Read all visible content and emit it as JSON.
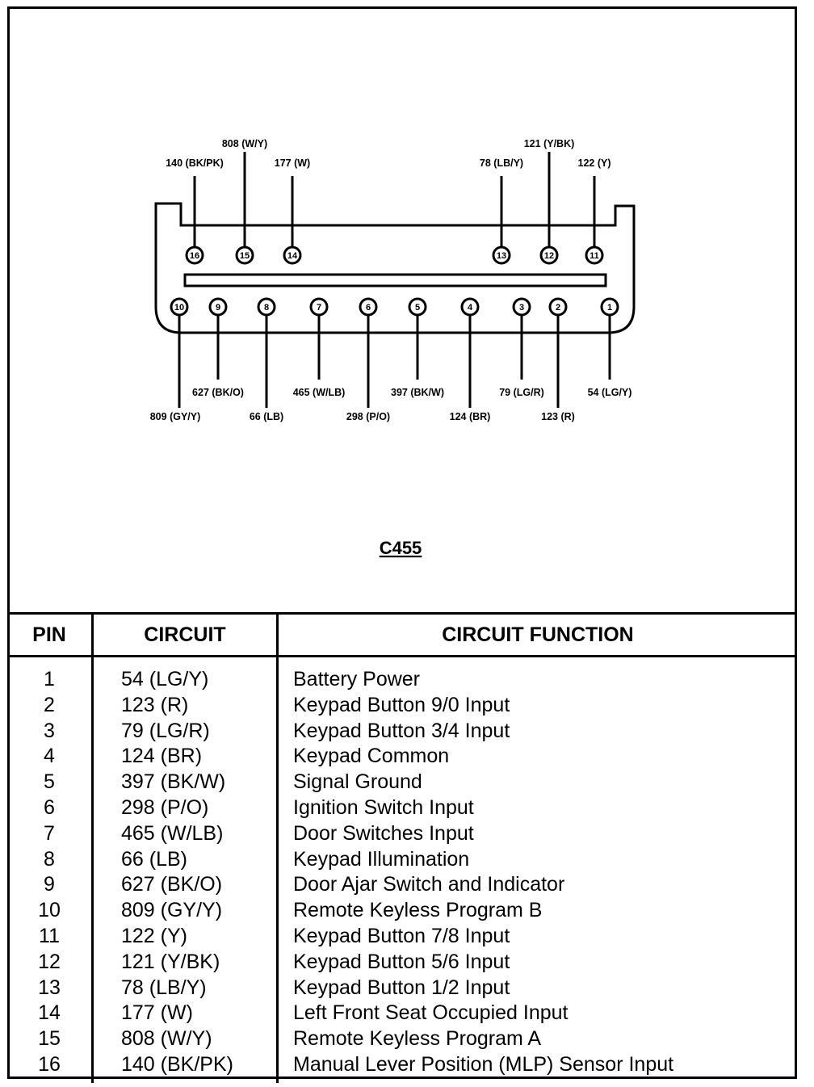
{
  "connector": {
    "title": "C455",
    "top_row_pins": [
      {
        "pin": "16",
        "label": "140 (BK/PK)",
        "label_level": "low"
      },
      {
        "pin": "15",
        "label": "808 (W/Y)",
        "label_level": "high"
      },
      {
        "pin": "14",
        "label": "177 (W)",
        "label_level": "low"
      },
      {
        "pin": "13",
        "label": "78 (LB/Y)",
        "label_level": "low"
      },
      {
        "pin": "12",
        "label": "121 (Y/BK)",
        "label_level": "high"
      },
      {
        "pin": "11",
        "label": "122 (Y)",
        "label_level": "low"
      }
    ],
    "bottom_row_pins": [
      {
        "pin": "10",
        "label": "809 (GY/Y)",
        "label_level": "low"
      },
      {
        "pin": "9",
        "label": "627 (BK/O)",
        "label_level": "high"
      },
      {
        "pin": "8",
        "label": "66 (LB)",
        "label_level": "low"
      },
      {
        "pin": "7",
        "label": "465 (W/LB)",
        "label_level": "high"
      },
      {
        "pin": "6",
        "label": "298 (P/O)",
        "label_level": "low"
      },
      {
        "pin": "5",
        "label": "397 (BK/W)",
        "label_level": "high"
      },
      {
        "pin": "4",
        "label": "124 (BR)",
        "label_level": "low"
      },
      {
        "pin": "3",
        "label": "79 (LG/R)",
        "label_level": "high"
      },
      {
        "pin": "2",
        "label": "123 (R)",
        "label_level": "low"
      },
      {
        "pin": "1",
        "label": "54 (LG/Y)",
        "label_level": "high"
      }
    ]
  },
  "table": {
    "headers": {
      "pin": "PIN",
      "circuit": "CIRCUIT",
      "function": "CIRCUIT FUNCTION"
    },
    "rows": [
      {
        "pin": "1",
        "circuit": "54 (LG/Y)",
        "function": "Battery Power"
      },
      {
        "pin": "2",
        "circuit": "123 (R)",
        "function": "Keypad Button 9/0 Input"
      },
      {
        "pin": "3",
        "circuit": "79 (LG/R)",
        "function": "Keypad Button 3/4 Input"
      },
      {
        "pin": "4",
        "circuit": "124 (BR)",
        "function": "Keypad Common"
      },
      {
        "pin": "5",
        "circuit": "397 (BK/W)",
        "function": "Signal Ground"
      },
      {
        "pin": "6",
        "circuit": "298 (P/O)",
        "function": "Ignition Switch Input"
      },
      {
        "pin": "7",
        "circuit": "465 (W/LB)",
        "function": "Door Switches Input"
      },
      {
        "pin": "8",
        "circuit": "66 (LB)",
        "function": "Keypad Illumination"
      },
      {
        "pin": "9",
        "circuit": "627 (BK/O)",
        "function": "Door Ajar Switch and Indicator"
      },
      {
        "pin": "10",
        "circuit": "809 (GY/Y)",
        "function": "Remote Keyless Program B"
      },
      {
        "pin": "11",
        "circuit": "122 (Y)",
        "function": "Keypad Button 7/8 Input"
      },
      {
        "pin": "12",
        "circuit": "121 (Y/BK)",
        "function": "Keypad Button 5/6 Input"
      },
      {
        "pin": "13",
        "circuit": "78 (LB/Y)",
        "function": "Keypad Button 1/2 Input"
      },
      {
        "pin": "14",
        "circuit": "177 (W)",
        "function": "Left Front Seat Occupied Input"
      },
      {
        "pin": "15",
        "circuit": "808 (W/Y)",
        "function": "Remote Keyless Program A"
      },
      {
        "pin": "16",
        "circuit": "140 (BK/PK)",
        "function": "Manual Lever Position (MLP) Sensor Input"
      }
    ]
  }
}
